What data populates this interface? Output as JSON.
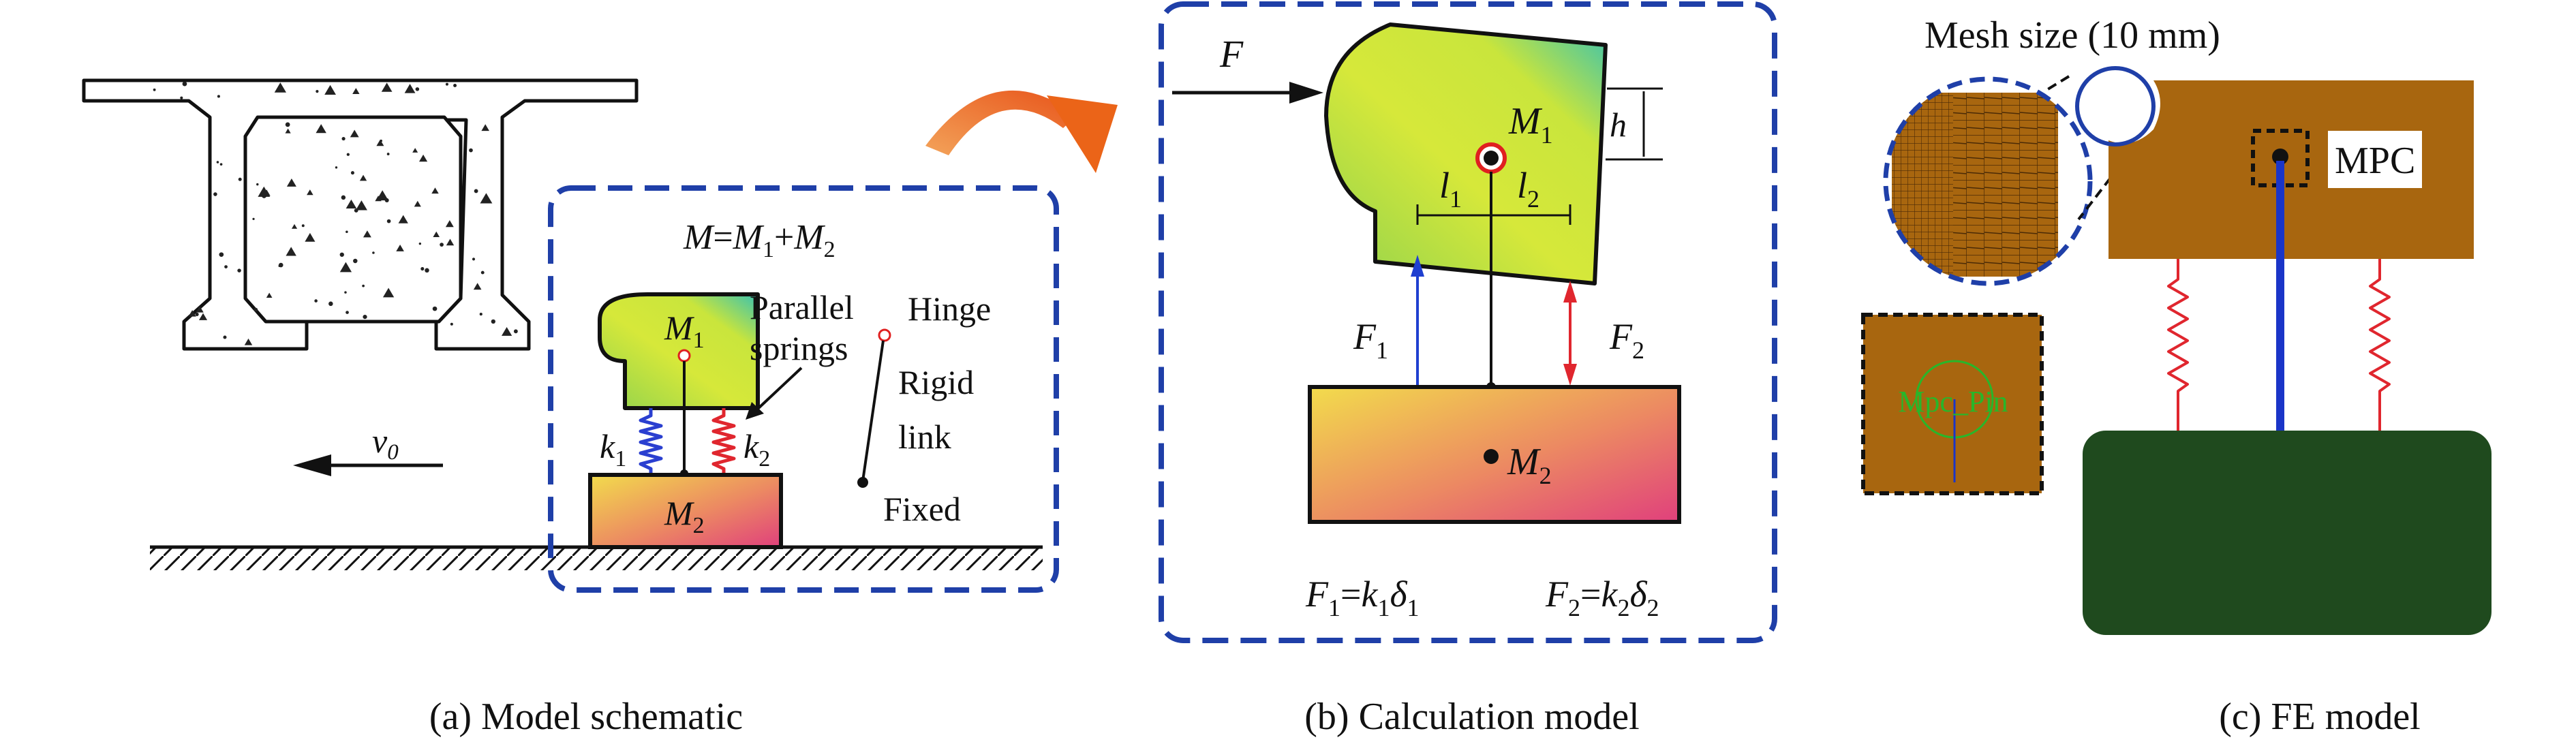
{
  "colors": {
    "frame_blue": "#1f3fa8",
    "spring_blue": "#2a3fd0",
    "spring_red": "#e0262e",
    "arrow_orange": "#f07a18",
    "concrete_dot": "#222222",
    "fe_brown": "#a8660f",
    "fe_dark_green": "#1f4a1e",
    "fe_mpc_green": "#28b62a",
    "fe_spring": "#e0262e",
    "fe_rod": "#1a35c8",
    "grad_M1": [
      "#dfe93a",
      "#8cd24f",
      "#3ac2b0"
    ],
    "grad_M2": [
      "#f0d64a",
      "#ea7a6a",
      "#e0407a"
    ]
  },
  "panel_a": {
    "caption": "(a) Model schematic",
    "mass_sum": {
      "M": "M",
      "eq": "=",
      "M1": "M",
      "M1_sub": "1",
      "plus": "+",
      "M2": "M",
      "M2_sub": "2"
    },
    "m1": {
      "letter": "M",
      "sub": "1"
    },
    "m2": {
      "letter": "M",
      "sub": "2"
    },
    "k1": {
      "letter": "k",
      "sub": "1"
    },
    "k2": {
      "letter": "k",
      "sub": "2"
    },
    "velocity": {
      "letter": "v",
      "sub": "0"
    },
    "label_parallel": "Parallel",
    "label_springs": "springs",
    "label_hinge": "Hinge",
    "label_rigid": "Rigid",
    "label_link": "link",
    "label_fixed": "Fixed"
  },
  "panel_b": {
    "caption": "(b) Calculation model",
    "force": {
      "letter": "F"
    },
    "m1": {
      "letter": "M",
      "sub": "1"
    },
    "m2": {
      "letter": "M",
      "sub": "2"
    },
    "h": "h",
    "l1": {
      "letter": "l",
      "sub": "1"
    },
    "l2": {
      "letter": "l",
      "sub": "2"
    },
    "f1": {
      "letter": "F",
      "sub": "1"
    },
    "f2": {
      "letter": "F",
      "sub": "2"
    },
    "eq1": {
      "F": "F",
      "Fsub": "1",
      "eq": "=",
      "k": "k",
      "ksub": "1",
      "d": "δ",
      "dsub": "1"
    },
    "eq2": {
      "F": "F",
      "Fsub": "2",
      "eq": "=",
      "k": "k",
      "ksub": "2",
      "d": "δ",
      "dsub": "2"
    }
  },
  "panel_c": {
    "caption": "(c) FE model",
    "mesh_label": "Mesh size (10 mm)",
    "mpc_label": "MPC",
    "mpc_pin_label": "Mpc_Pin"
  }
}
